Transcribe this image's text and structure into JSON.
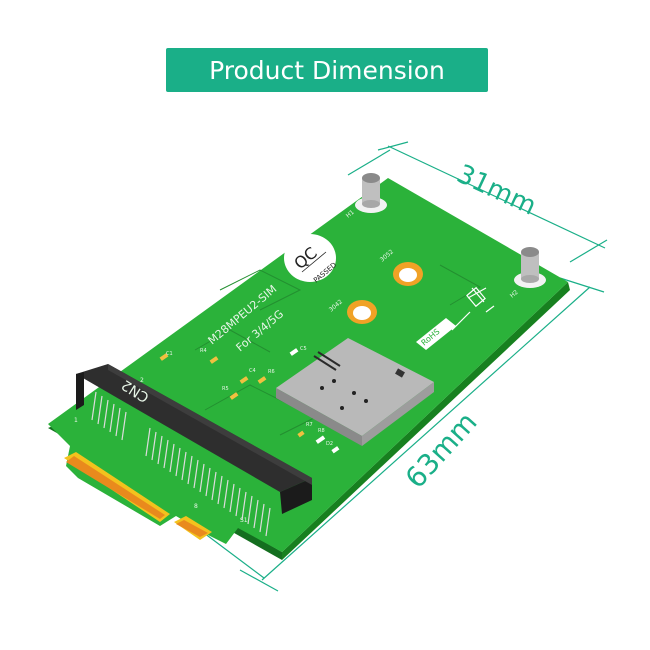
{
  "header": {
    "title": "Product Dimension"
  },
  "colors": {
    "accent": "#1aaf88",
    "pcb_green": "#1f9a2c",
    "pcb_top": "#2bb23a",
    "gold": "#e9a421",
    "connector_black": "#2b2b2b",
    "sim_slot": "#b8b8b8"
  },
  "dimensions": {
    "width_label": "31mm",
    "length_label": "63mm"
  },
  "board": {
    "model": "M28MPEU2-SIM",
    "subtitle": "For 3/4/5G",
    "connector_label": "CN2",
    "qc_badge": {
      "top": "QC",
      "bottom": "PASSED"
    },
    "rohs_label": "RoHS",
    "mount_holes": [
      "3052",
      "3042"
    ],
    "standoffs": [
      "H1",
      "H2"
    ],
    "pin_labels": [
      "1",
      "2",
      "8",
      "S1"
    ],
    "components": [
      "C1",
      "R4",
      "C4",
      "R6",
      "R5",
      "C5",
      "R7",
      "R8",
      "D2"
    ],
    "icons": [
      "weee-bin-icon"
    ]
  }
}
